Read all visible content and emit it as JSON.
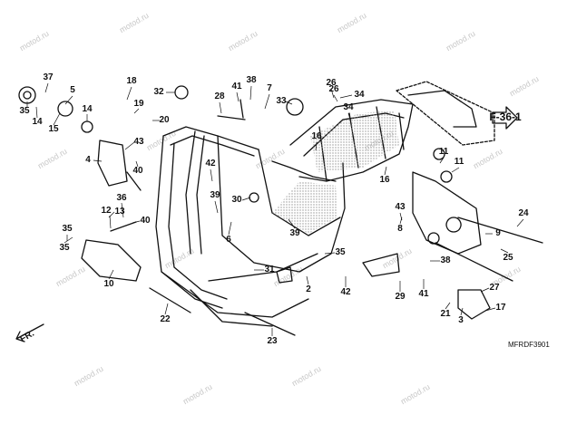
{
  "diagram": {
    "part_numbers": [
      "37",
      "5",
      "35",
      "14",
      "15",
      "14",
      "18",
      "19",
      "20",
      "32",
      "28",
      "41",
      "38",
      "7",
      "33",
      "26",
      "34",
      "34",
      "F-36-1",
      "43",
      "4",
      "40",
      "12",
      "36",
      "13",
      "40",
      "35",
      "42",
      "39",
      "30",
      "6",
      "39",
      "16",
      "16",
      "26",
      "11",
      "11",
      "43",
      "10",
      "35",
      "31",
      "2",
      "42",
      "35",
      "38",
      "8",
      "24",
      "9",
      "25",
      "29",
      "41",
      "27",
      "21",
      "3",
      "17",
      "22",
      "23"
    ],
    "reference_label": "F-36-1",
    "direction_label": "FR.",
    "diagram_code": "MFRDF3901",
    "watermark_text": "motod.ru",
    "ink_color": "#111111",
    "shade_color": "#9a9a9a"
  }
}
